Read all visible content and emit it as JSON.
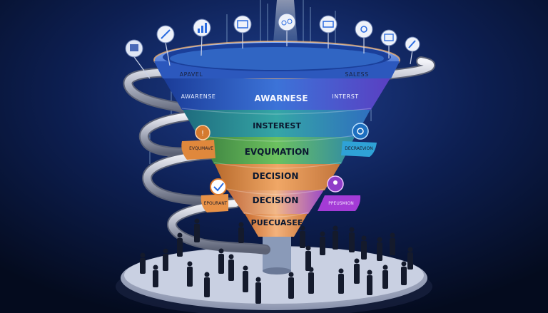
{
  "labels": {
    "rim_left": "APAVEL",
    "rim_right": "SALESS",
    "band1_main": "AWARNESE",
    "band1_left": "AWARENSE",
    "band1_right": "INTERST",
    "band2": "INSTEREST",
    "band3": "EVQUMATION",
    "band4": "DECISION",
    "band5": "DECISION",
    "band6": "PUECUASEE",
    "tab_orange": "EVQUMAVE",
    "tab_blue": "DECRAEVION",
    "tab_orange2": "EPOURANT",
    "tab_purple": "PPEUSMION"
  },
  "icons": [
    "chart-icon",
    "bar-chart-icon",
    "image-icon",
    "gear-cluster-icon",
    "card-icon",
    "settings-icon",
    "browser-icon",
    "pen-icon",
    "gear-icon",
    "checkmark-icon",
    "growth-chart-icon",
    "location-pin-icon"
  ],
  "colors": {
    "background": "#05102a",
    "rim": "#3b6fd6",
    "band_blue": "#2c5ec9",
    "band_teal": "#2b8f92",
    "band_green": "#4aa04c",
    "band_orange": "#d98a45",
    "band_purple": "#8e3fc7",
    "stand": "#d8dbe6"
  }
}
